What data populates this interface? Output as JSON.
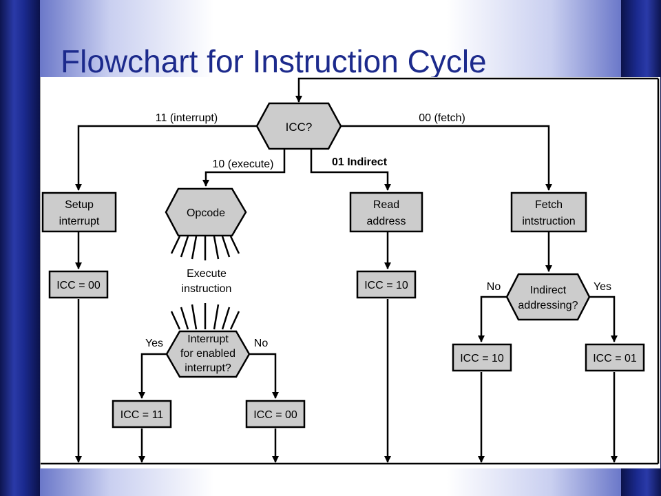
{
  "slide": {
    "title": "Flowchart for Instruction Cycle"
  },
  "diagram": {
    "icc_decision": "ICC?",
    "edge_interrupt": "11 (interrupt)",
    "edge_fetch": "00 (fetch)",
    "edge_execute": "10 (execute)",
    "edge_indirect": "01 Indirect",
    "setup_interrupt": [
      "Setup",
      "interrupt"
    ],
    "opcode": "Opcode",
    "execute_instruction": [
      "Execute",
      "instruction"
    ],
    "read_address": [
      "Read",
      "address"
    ],
    "fetch_instruction": [
      "Fetch",
      "intstruction"
    ],
    "icc_00_a": "ICC = 00",
    "icc_10_a": "ICC = 10",
    "indirect_decision": [
      "Indirect",
      "addressing?"
    ],
    "label_no_right": "No",
    "label_yes_right": "Yes",
    "icc_10_b": "ICC = 10",
    "icc_01": "ICC = 01",
    "interrupt_decision": [
      "Interrupt",
      "for enabled",
      "interrupt?"
    ],
    "label_yes_left": "Yes",
    "label_no_left": "No",
    "icc_11": "ICC = 11",
    "icc_00_b": "ICC = 00"
  }
}
